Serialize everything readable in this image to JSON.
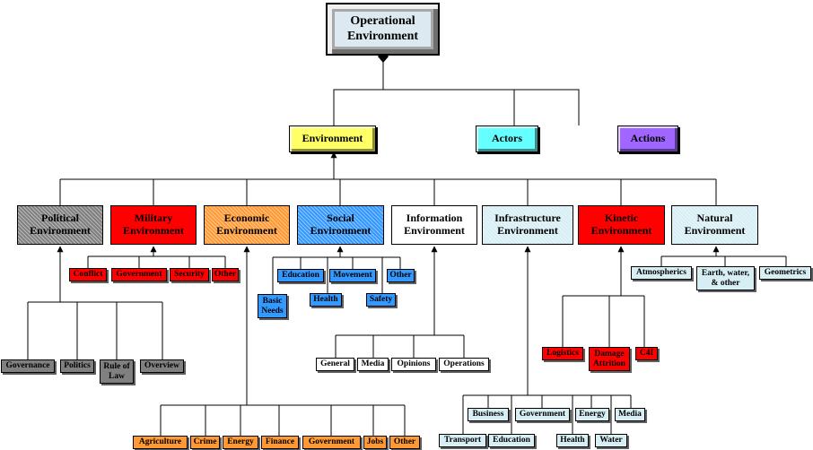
{
  "colors": {
    "gray": "#808080",
    "red": "#ff0000",
    "orange": "#ff9933",
    "blue": "#3399ff",
    "white": "#ffffff",
    "light_blue": "#d6eef4",
    "yellow": "#ffff66",
    "cyan": "#66ffff",
    "purple": "#a066ff",
    "root": "#dce9f0"
  },
  "root": {
    "label": "Operational Environment"
  },
  "level1": {
    "environment": "Environment",
    "actors": "Actors",
    "actions": "Actions"
  },
  "environments": {
    "political": "Political Environment",
    "military": "Military Environment",
    "economic": "Economic Environment",
    "social": "Social Environment",
    "information": "Information Environment",
    "infrastructure": "Infrastructure Environment",
    "kinetic": "Kinetic Environment",
    "natural": "Natural Environment"
  },
  "political_items": [
    "Governance",
    "Politics",
    "Rule of Law",
    "Overview"
  ],
  "military_items": [
    "Conflict",
    "Government",
    "Security",
    "Other"
  ],
  "economic_items": [
    "Agriculture",
    "Crime",
    "Energy",
    "Finance",
    "Government",
    "Jobs",
    "Other"
  ],
  "social_items": [
    "Education",
    "Movement",
    "Other",
    "Basic Needs",
    "Health",
    "Safety"
  ],
  "information_items": [
    "General",
    "Media",
    "Opinions",
    "Operations"
  ],
  "infrastructure_items": [
    "Business",
    "Government",
    "Energy",
    "Media",
    "Transport",
    "Education",
    "Health",
    "Water"
  ],
  "kinetic_items": [
    "Logistics",
    "Damage Attrition",
    "C4I"
  ],
  "natural_items": [
    "Atmospherics",
    "Earth, water, & other",
    "Geometrics"
  ]
}
